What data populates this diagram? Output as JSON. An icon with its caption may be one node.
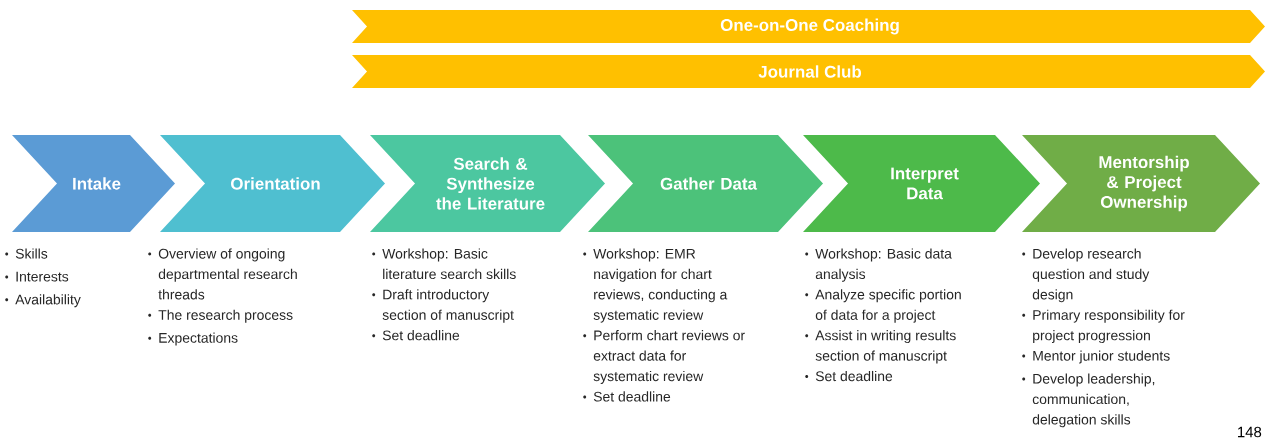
{
  "diagram": {
    "nodes": [
      {
        "text": [
          "One-on-One  Coaching"
        ]
      },
      {
        "text": [
          "Journal  Club"
        ]
      },
      {
        "text": [
          "Intake"
        ],
        "beside": [
          "Skills",
          "Interests",
          "Availability"
        ]
      },
      {
        "text": [
          "Orientation"
        ],
        "beside": [
          "Overview of ongoing departmental research threads",
          "The research process",
          "Expectations"
        ]
      },
      {
        "text": [
          "Search & Synthesize the Literature"
        ],
        "beside": [
          "Workshop: Basic literature search skills",
          "Draft introductory section of manuscript",
          "Set deadline"
        ]
      },
      {
        "text": [
          "Gather Data"
        ],
        "beside": [
          "Workshop: EMR navigation for chart reviews, conducting a systematic review",
          "Perform chart reviews or extract data for systematic review",
          "Set deadline"
        ]
      },
      {
        "text": [
          "Interpret Data"
        ],
        "beside": [
          "Workshop: Basic data analysis",
          "Analyze specific portion of data for a project",
          "Assist in writing results section of manuscript",
          "Set deadline"
        ]
      },
      {
        "text": [
          "Mentorship & Project Ownership"
        ],
        "beside": [
          "Develop research question and study design",
          "Primary responsibility for project progression",
          "Mentor junior students",
          "Develop leadership, communication, delegation skills"
        ]
      }
    ],
    "edges": [],
    "labels": [
      "148"
    ]
  }
}
